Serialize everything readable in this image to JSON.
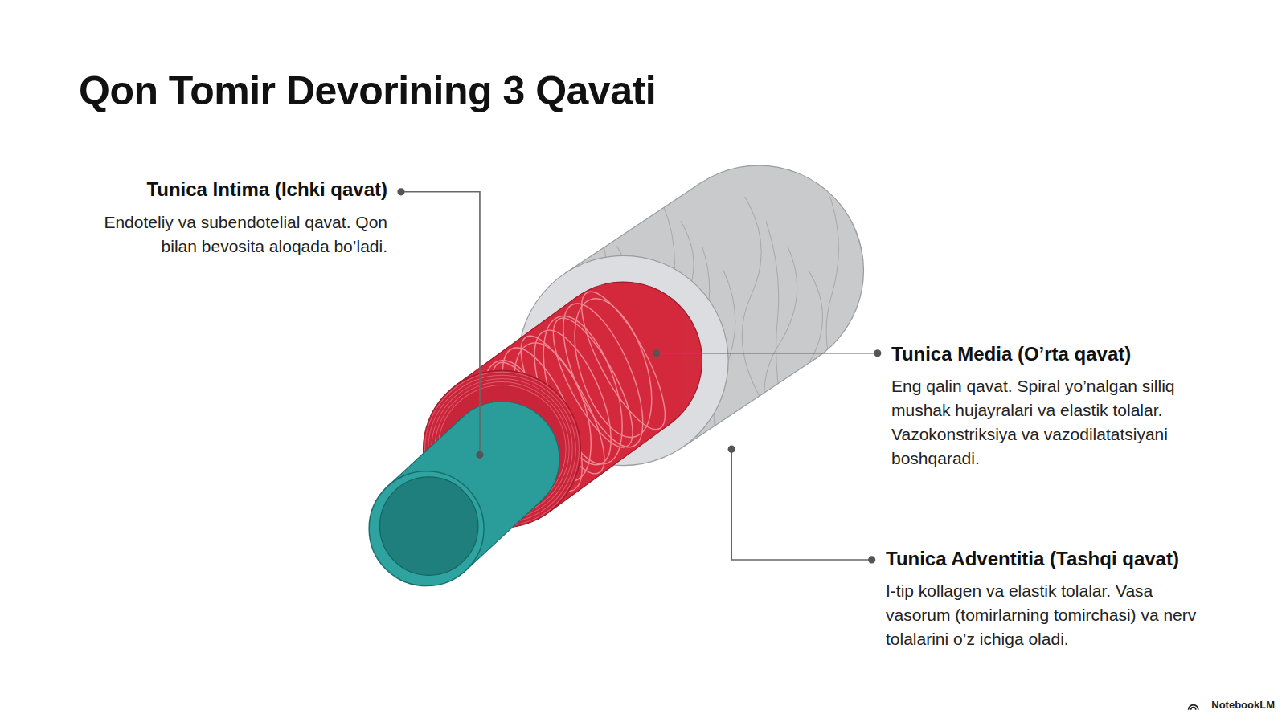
{
  "diagram": {
    "title": "Qon Tomir Devorining 3 Qavati",
    "labels": [
      "Tunica Intima (Ichki qavat)",
      "Endoteliy va subendotelial qavat. Qon bilan bevosita aloqada bo’ladi.",
      "Tunica Media (O’rta qavat)",
      "Eng qalin qavat. Spiral yo’nalgan silliq mushak hujayralari va elastik tolalar. Vazokonstriksiya va vazodilatatsiyani boshqaradi.",
      "Tunica Adventitia (Tashqi qavat)",
      "I-tip kollagen va elastik tolalar. Vasa vasorum (tomirlarning tomirchasi) va nerv tolalarini o’z ichiga oladi.",
      "NotebookLM"
    ]
  }
}
